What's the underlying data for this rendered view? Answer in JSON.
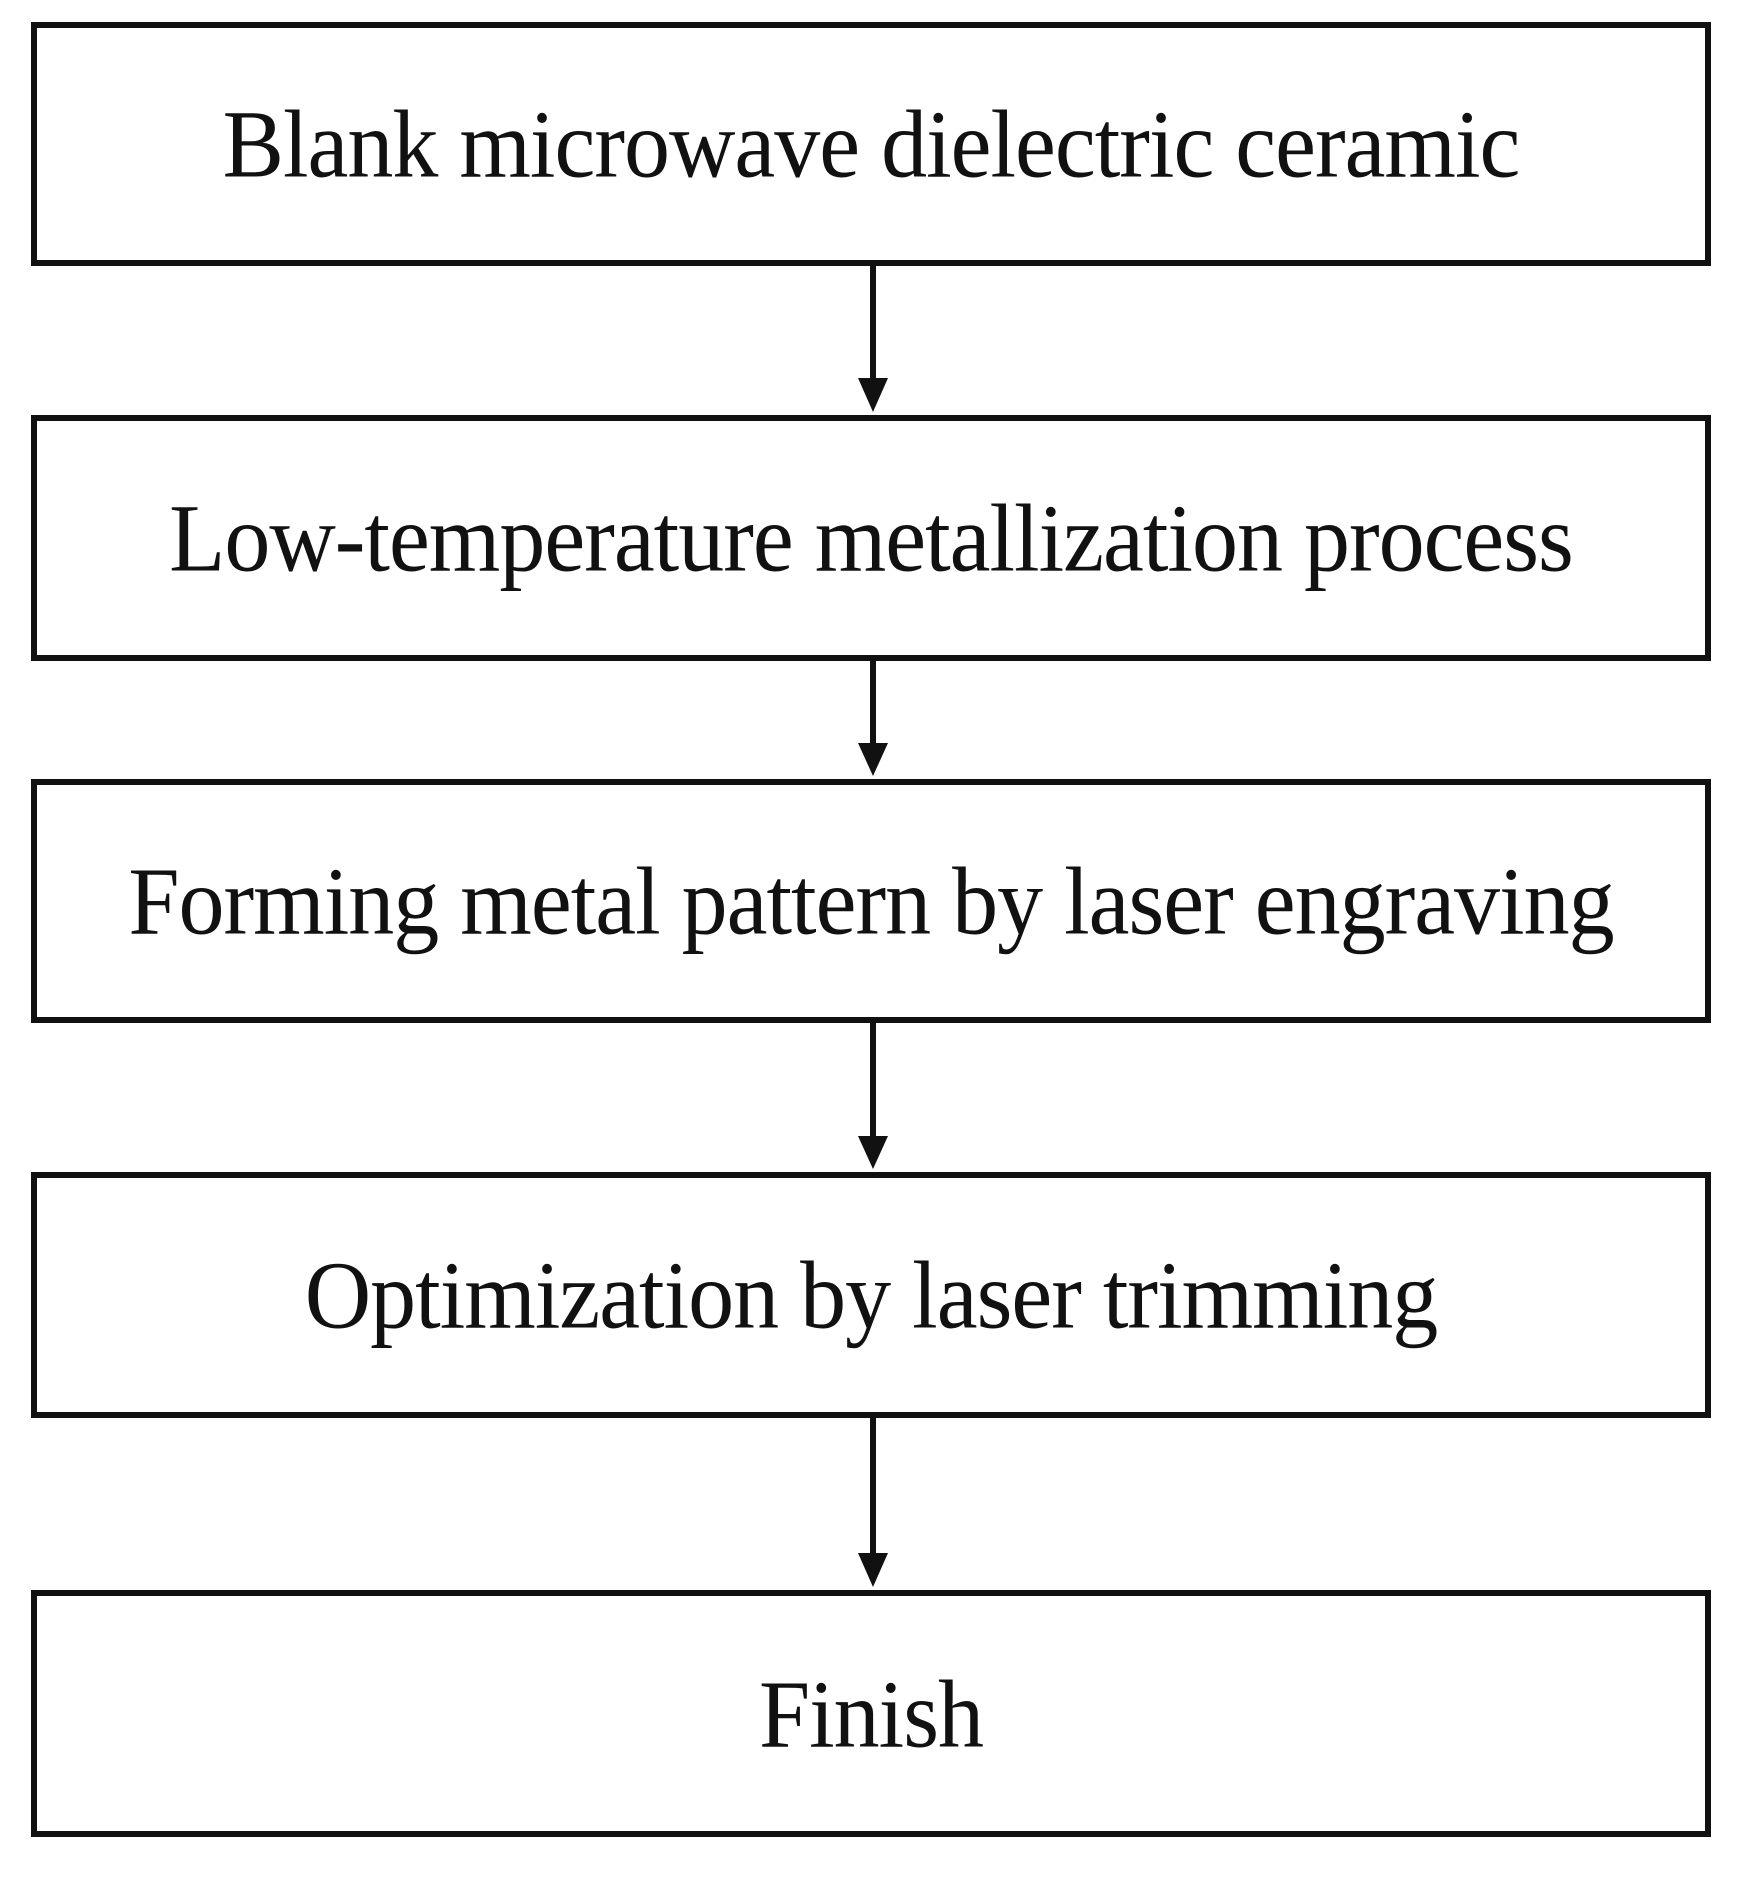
{
  "steps": [
    {
      "label": "Blank microwave dielectric ceramic"
    },
    {
      "label": "Low-temperature metallization process"
    },
    {
      "label": "Forming metal pattern by laser engraving"
    },
    {
      "label": "Optimization by laser trimming"
    },
    {
      "label": "Finish"
    }
  ],
  "colors": {
    "stroke": "#111111",
    "background": "#ffffff"
  }
}
